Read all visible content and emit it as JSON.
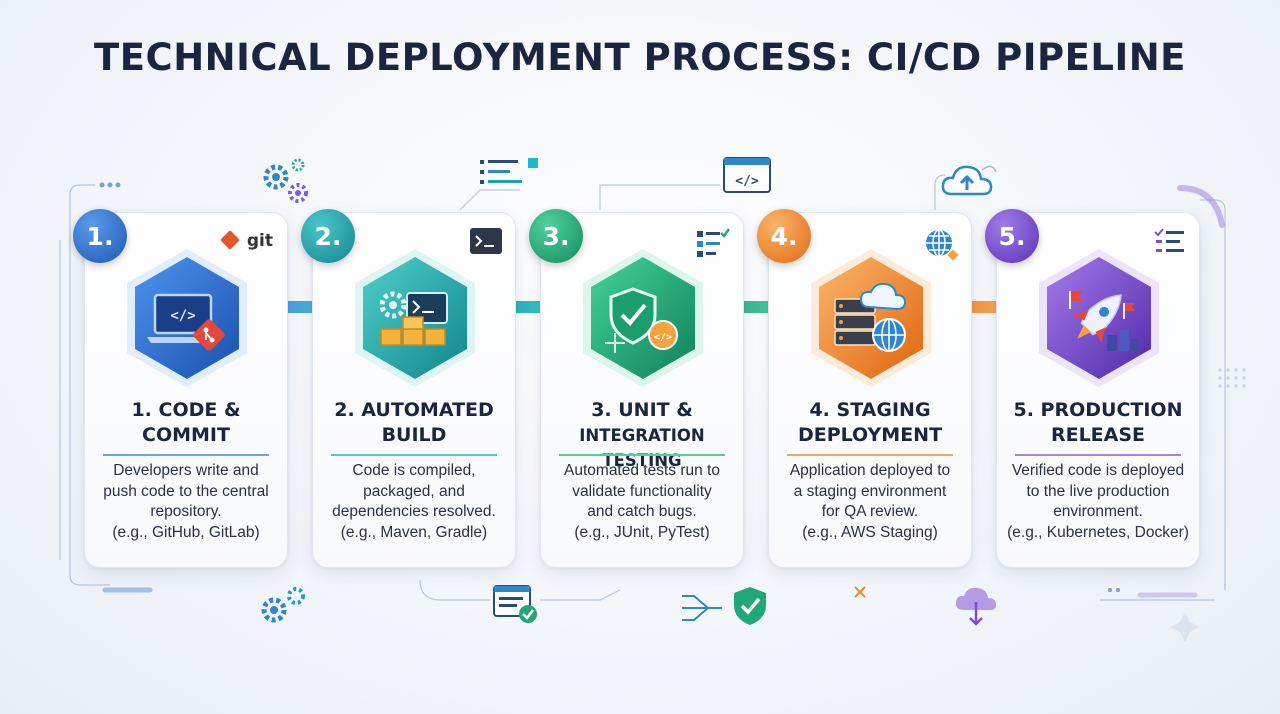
{
  "title": "TECHNICAL DEPLOYMENT PROCESS: CI/CD PIPELINE",
  "steps": [
    {
      "number": "1.",
      "title_line1": "1. CODE &",
      "title_line2": "COMMIT",
      "desc": [
        "Developers write and",
        "push code to the central",
        "repository.",
        "(e.g., GitHub, GitLab)"
      ],
      "corner_label": "git",
      "color": "#2f6fd6",
      "icon": "laptop-code-icon"
    },
    {
      "number": "2.",
      "title_line1": "2. AUTOMATED",
      "title_line2": "BUILD",
      "desc": [
        "Code is compiled,",
        "packaged, and",
        "dependencies resolved.",
        "(e.g., Maven, Gradle)"
      ],
      "color": "#1fa3a8",
      "icon": "build-gear-icon"
    },
    {
      "number": "3.",
      "title_line1": "3. UNIT &",
      "title_line2": "INTEGRATION TESTING",
      "desc": [
        "Automated tests run to",
        "validate functionality",
        "and catch bugs.",
        "(e.g., JUnit, PyTest)"
      ],
      "color": "#22a77a",
      "icon": "shield-check-icon"
    },
    {
      "number": "4.",
      "title_line1": "4. STAGING",
      "title_line2": "DEPLOYMENT",
      "desc": [
        "Application deployed to",
        "a staging environment",
        "for QA review.",
        "(e.g., AWS Staging)"
      ],
      "color": "#f08a2c",
      "icon": "server-cloud-icon"
    },
    {
      "number": "5.",
      "title_line1": "5. PRODUCTION",
      "title_line2": "RELEASE",
      "desc": [
        "Verified code is deployed",
        "to the live production",
        "environment.",
        "(e.g., Kubernetes, Docker)"
      ],
      "color": "#7a4fd1",
      "icon": "rocket-icon"
    }
  ]
}
